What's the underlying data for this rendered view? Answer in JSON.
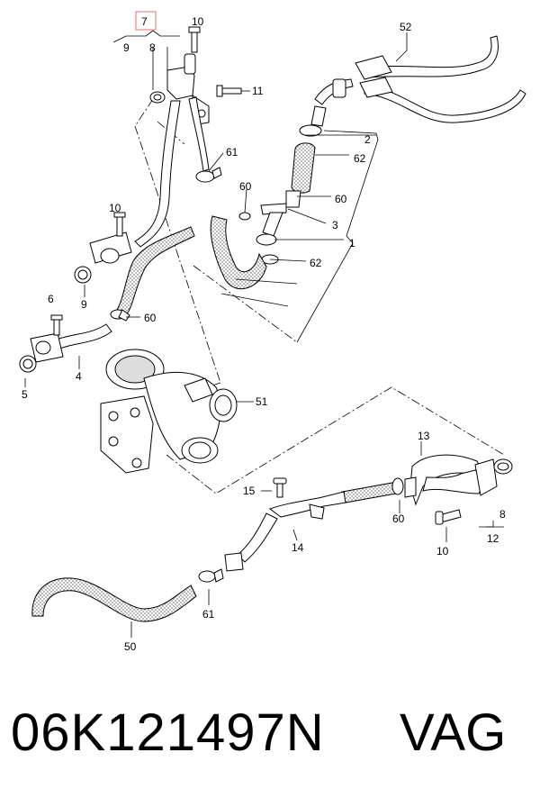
{
  "callouts": {
    "c7": "7",
    "c9a": "9",
    "c8a": "8",
    "c10a": "10",
    "c11": "11",
    "c52": "52",
    "c2": "2",
    "c62a": "62",
    "c61a": "61",
    "c60a": "60",
    "c60b": "60",
    "c3": "3",
    "c1": "1",
    "c62b": "62",
    "c10b": "10",
    "c9b": "9",
    "c6": "6",
    "c60c": "60",
    "c4": "4",
    "c5": "5",
    "c51": "51",
    "c13": "13",
    "c15": "15",
    "c60d": "60",
    "c8b": "8",
    "c14": "14",
    "c10c": "10",
    "c12": "12",
    "c61b": "61",
    "c50": "50"
  },
  "footer": {
    "part_number": "06K121497N",
    "brand": "VAG"
  },
  "colors": {
    "highlight_box": "#e07070"
  }
}
